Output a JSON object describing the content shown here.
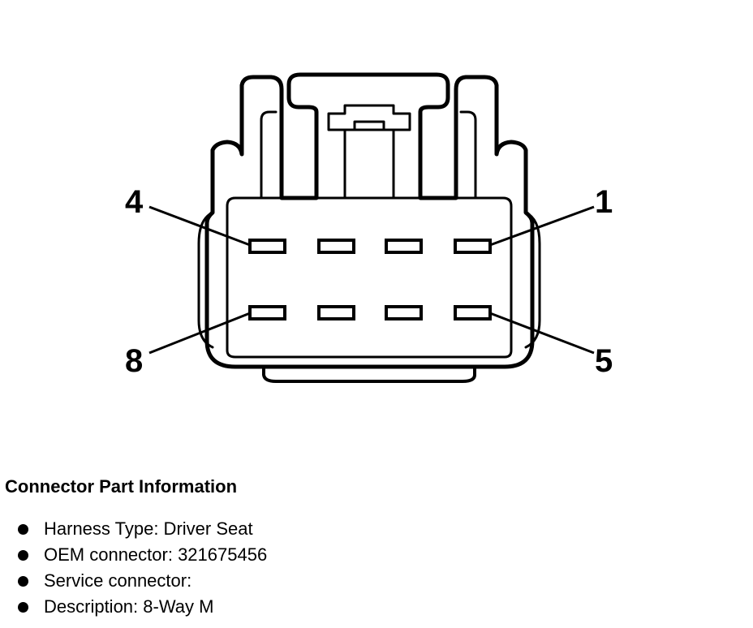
{
  "diagram": {
    "pin_labels": {
      "pin_4": "4",
      "pin_1": "1",
      "pin_8": "8",
      "pin_5": "5"
    },
    "pin_count": 8,
    "rows": 2,
    "pins_per_row": 4
  },
  "info": {
    "heading": "Connector Part Information",
    "items": [
      {
        "label": "Harness Type: Driver Seat"
      },
      {
        "label": "OEM connector: 321675456"
      },
      {
        "label": "Service connector:"
      },
      {
        "label": "Description: 8-Way M"
      }
    ]
  }
}
